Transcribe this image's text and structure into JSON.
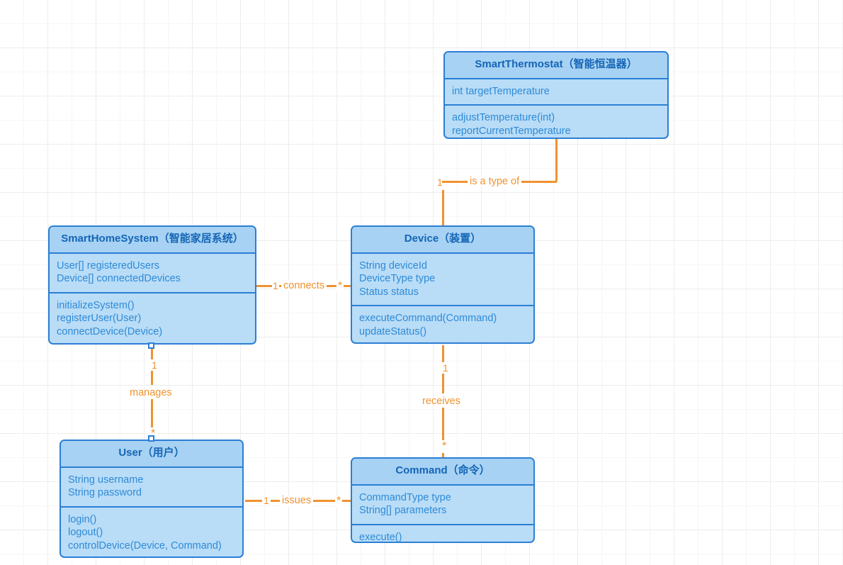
{
  "diagram": {
    "type": "uml-class-diagram",
    "colors": {
      "box_fill": "#b9dcf7",
      "box_header_fill": "#a7d2f4",
      "box_border": "#2b7fd4",
      "title_text": "#1565b5",
      "member_text": "#2e8bd6",
      "connector": "#f0922f",
      "grid_minor": "#f6f6f6",
      "grid_major": "#ededed",
      "background": "#ffffff"
    },
    "classes": [
      {
        "id": "smart-thermostat",
        "name": "SmartThermostat",
        "alias": "（智能恒温器）",
        "attributes": [
          "int targetTemperature"
        ],
        "methods": [
          "adjustTemperature(int)",
          "reportCurrentTemperature"
        ]
      },
      {
        "id": "smart-home-system",
        "name": "SmartHomeSystem",
        "alias": "（智能家居系统）",
        "attributes": [
          "User[] registeredUsers",
          "Device[] connectedDevices"
        ],
        "methods": [
          "initializeSystem()",
          "registerUser(User)",
          "connectDevice(Device)"
        ]
      },
      {
        "id": "device",
        "name": "Device",
        "alias": "（装置）",
        "attributes": [
          "String deviceId",
          "DeviceType type",
          "Status status"
        ],
        "methods": [
          "executeCommand(Command)",
          "updateStatus()"
        ]
      },
      {
        "id": "user",
        "name": "User",
        "alias": "（用户）",
        "attributes": [
          "String username",
          "String password"
        ],
        "methods": [
          "login()",
          "logout()",
          "controlDevice(Device, Command)"
        ]
      },
      {
        "id": "command",
        "name": "Command",
        "alias": "（命令）",
        "attributes": [
          "CommandType type",
          "String[] parameters"
        ],
        "methods": [
          "execute()"
        ]
      }
    ],
    "relationships": [
      {
        "id": "is-a-type-of",
        "label": "is a type of",
        "from": "device",
        "to": "smart-thermostat",
        "source_multiplicity": "1",
        "target_multiplicity": ""
      },
      {
        "id": "connects",
        "label": "connects",
        "from": "smart-home-system",
        "to": "device",
        "source_multiplicity": "1",
        "target_multiplicity": "*"
      },
      {
        "id": "manages",
        "label": "manages",
        "from": "smart-home-system",
        "to": "user",
        "source_multiplicity": "1",
        "target_multiplicity": "*"
      },
      {
        "id": "receives",
        "label": "receives",
        "from": "device",
        "to": "command",
        "source_multiplicity": "1",
        "target_multiplicity": "*"
      },
      {
        "id": "issues",
        "label": "issues",
        "from": "user",
        "to": "command",
        "source_multiplicity": "1",
        "target_multiplicity": "*"
      }
    ]
  }
}
